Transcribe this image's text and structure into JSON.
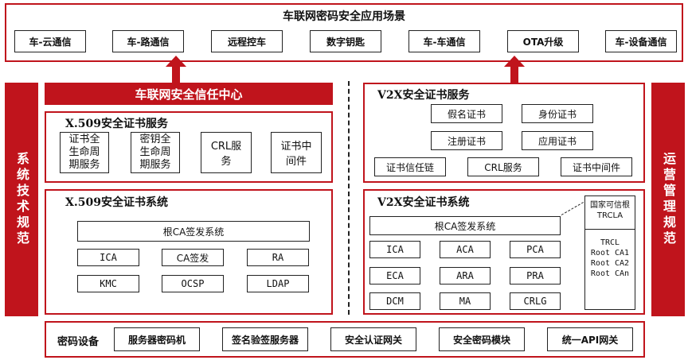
{
  "scenarios": {
    "title": "车联网密码安全应用场景",
    "items": [
      "车-云通信",
      "车-路通信",
      "远程控车",
      "数字钥匙",
      "车-车通信",
      "OTA升级",
      "车-设备通信"
    ]
  },
  "left_side": "系统技术规范",
  "right_side": "运营管理规范",
  "trust_center": "车联网安全信任中心",
  "x509_service": {
    "title": "X.509安全证书服务",
    "items": [
      "证书全生命周期服务",
      "密钥全生命周期服务",
      "CRL服务",
      "证书中间件"
    ]
  },
  "x509_system": {
    "title": "X.509安全证书系统",
    "root": "根CA签发系统",
    "items": [
      "ICA",
      "CA签发",
      "RA",
      "KMC",
      "OCSP",
      "LDAP"
    ]
  },
  "v2x_service": {
    "title": "V2X安全证书服务",
    "items": [
      "假名证书",
      "身份证书",
      "注册证书",
      "应用证书",
      "证书信任链",
      "CRL服务",
      "证书中间件"
    ]
  },
  "v2x_system": {
    "title": "V2X安全证书系统",
    "root": "根CA签发系统",
    "items": [
      "ICA",
      "ACA",
      "PCA",
      "ECA",
      "ARA",
      "PRA",
      "DCM",
      "MA",
      "CRLG"
    ],
    "trcla": "国家可信根TRCLA",
    "trcl": [
      "TRCL",
      "Root CA1",
      "Root CA2",
      "Root CAn"
    ]
  },
  "crypto": {
    "title": "密码设备",
    "items": [
      "服务器密码机",
      "签名验签服务器",
      "安全认证网关",
      "安全密码模块",
      "统一API网关"
    ]
  },
  "colors": {
    "red": "#c0141c",
    "border": "#222222"
  }
}
